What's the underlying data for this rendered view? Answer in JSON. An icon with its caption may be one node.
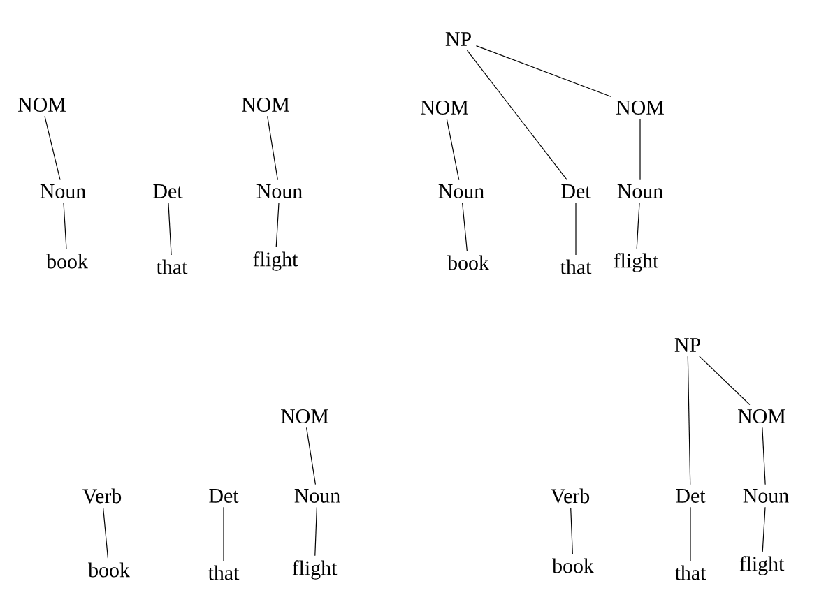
{
  "diagram": {
    "nodes": [
      {
        "text": [
          "NOM"
        ]
      },
      {
        "text": [
          "NOM"
        ]
      },
      {
        "text": [
          "Noun"
        ]
      },
      {
        "text": [
          "Det"
        ]
      },
      {
        "text": [
          "Noun"
        ]
      },
      {
        "text": [
          "book"
        ]
      },
      {
        "text": [
          "that"
        ]
      },
      {
        "text": [
          "flight"
        ]
      },
      {
        "text": [
          "NP"
        ]
      },
      {
        "text": [
          "NOM"
        ]
      },
      {
        "text": [
          "NOM"
        ]
      },
      {
        "text": [
          "Noun"
        ]
      },
      {
        "text": [
          "Det"
        ]
      },
      {
        "text": [
          "Noun"
        ]
      },
      {
        "text": [
          "book"
        ]
      },
      {
        "text": [
          "that"
        ]
      },
      {
        "text": [
          "flight"
        ]
      },
      {
        "text": [
          "NOM"
        ]
      },
      {
        "text": [
          "Verb"
        ]
      },
      {
        "text": [
          "Det"
        ]
      },
      {
        "text": [
          "Noun"
        ]
      },
      {
        "text": [
          "book"
        ]
      },
      {
        "text": [
          "that"
        ]
      },
      {
        "text": [
          "flight"
        ]
      },
      {
        "text": [
          "NP"
        ]
      },
      {
        "text": [
          "NOM"
        ]
      },
      {
        "text": [
          "Verb"
        ]
      },
      {
        "text": [
          "Det"
        ]
      },
      {
        "text": [
          "Noun"
        ]
      },
      {
        "text": [
          "book"
        ]
      },
      {
        "text": [
          "that"
        ]
      },
      {
        "text": [
          "flight"
        ]
      }
    ],
    "edges": [
      {
        "from": 0,
        "to": 2,
        "arrow": "none"
      },
      {
        "from": 2,
        "to": 5,
        "arrow": "none"
      },
      {
        "from": 3,
        "to": 6,
        "arrow": "none"
      },
      {
        "from": 1,
        "to": 4,
        "arrow": "none"
      },
      {
        "from": 4,
        "to": 7,
        "arrow": "none"
      },
      {
        "from": 8,
        "to": 12,
        "arrow": "none"
      },
      {
        "from": 8,
        "to": 10,
        "arrow": "none"
      },
      {
        "from": 9,
        "to": 11,
        "arrow": "none"
      },
      {
        "from": 11,
        "to": 14,
        "arrow": "none"
      },
      {
        "from": 12,
        "to": 15,
        "arrow": "none"
      },
      {
        "from": 10,
        "to": 13,
        "arrow": "none"
      },
      {
        "from": 13,
        "to": 16,
        "arrow": "none"
      },
      {
        "from": 18,
        "to": 21,
        "arrow": "none"
      },
      {
        "from": 19,
        "to": 22,
        "arrow": "none"
      },
      {
        "from": 17,
        "to": 20,
        "arrow": "none"
      },
      {
        "from": 20,
        "to": 23,
        "arrow": "none"
      },
      {
        "from": 24,
        "to": 27,
        "arrow": "none"
      },
      {
        "from": 24,
        "to": 25,
        "arrow": "none"
      },
      {
        "from": 25,
        "to": 28,
        "arrow": "none"
      },
      {
        "from": 26,
        "to": 29,
        "arrow": "none"
      },
      {
        "from": 27,
        "to": 30,
        "arrow": "none"
      },
      {
        "from": 28,
        "to": 31,
        "arrow": "none"
      }
    ]
  }
}
